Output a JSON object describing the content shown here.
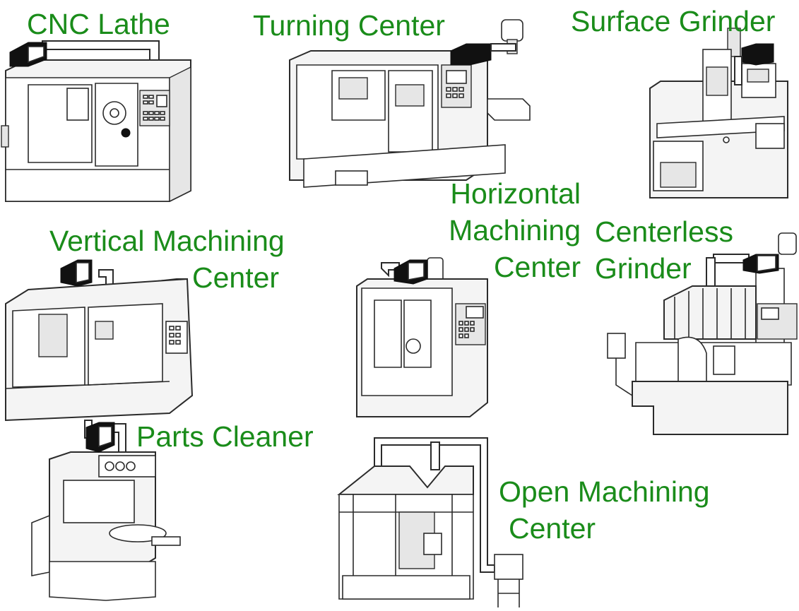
{
  "colors": {
    "label": "#1a8c1a",
    "line": "#2b2b2b",
    "collector": "#111111",
    "background": "#ffffff"
  },
  "machines": [
    {
      "id": "cnc-lathe",
      "lines": [
        "CNC Lathe"
      ]
    },
    {
      "id": "turning-center",
      "lines": [
        "Turning Center"
      ]
    },
    {
      "id": "surface-grinder",
      "lines": [
        "Surface Grinder"
      ]
    },
    {
      "id": "vertical-machining-center",
      "lines": [
        "Vertical Machining",
        "Center"
      ]
    },
    {
      "id": "horizontal-machining-center",
      "lines": [
        "Horizontal",
        "Machining",
        "Center"
      ]
    },
    {
      "id": "centerless-grinder",
      "lines": [
        "Centerless",
        "Grinder"
      ]
    },
    {
      "id": "parts-cleaner",
      "lines": [
        "Parts Cleaner"
      ]
    },
    {
      "id": "open-machining-center",
      "lines": [
        "Open Machining",
        "Center"
      ]
    }
  ]
}
